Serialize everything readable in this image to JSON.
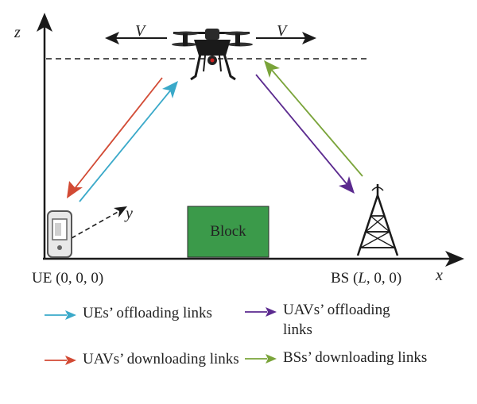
{
  "axes": {
    "x": "x",
    "y": "y",
    "z": "z"
  },
  "velocity": {
    "left": "V",
    "right": "V"
  },
  "block": {
    "label": "Block",
    "color": "#3b9a4a"
  },
  "ue": {
    "name": "UE",
    "coords": "(0, 0, 0)"
  },
  "bs": {
    "name": "BS",
    "coords_prefix": "(",
    "coords_L": "L",
    "coords_suffix": ", 0, 0)"
  },
  "colors": {
    "ue_offloading": "#3aa9c9",
    "uav_downloading": "#d24a34",
    "uav_offloading": "#5b2a8f",
    "bs_downloading": "#7aa43a"
  },
  "legend": [
    {
      "label": "UEs’ offloading links",
      "color": "#3aa9c9"
    },
    {
      "label": "UAVs’ downloading links",
      "color": "#d24a34"
    },
    {
      "label": "UAVs’ offloading links",
      "color": "#5b2a8f"
    },
    {
      "label": "BSs’ downloading links",
      "color": "#7aa43a"
    }
  ]
}
